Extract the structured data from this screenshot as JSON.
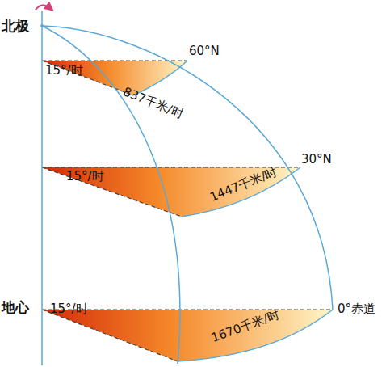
{
  "diagram": {
    "labels": [
      "北极",
      "15°/时",
      "60°N",
      "837千米/时",
      "15°/时",
      "30°N",
      "1447千米/时",
      "地心",
      "15°/时",
      "0°赤道",
      "1670千米/时"
    ]
  }
}
